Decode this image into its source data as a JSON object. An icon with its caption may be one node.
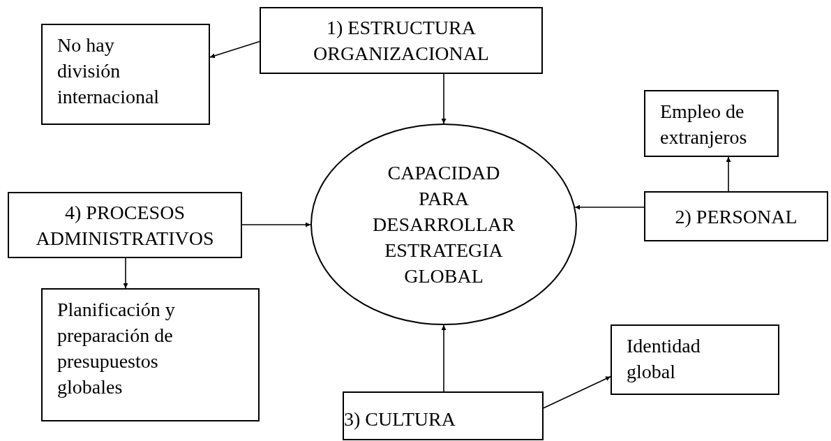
{
  "diagram": {
    "nodes": [
      {
        "text": [
          "1) ESTRUCTURA ORGANIZACIONAL"
        ]
      },
      {
        "text": [
          "No hay división internacional"
        ]
      },
      {
        "text": [
          "CAPACIDAD PARA DESARROLLAR ESTRATEGIA GLOBAL"
        ]
      },
      {
        "text": [
          "Empleo de extranjeros"
        ]
      },
      {
        "text": [
          "2) PERSONAL"
        ]
      },
      {
        "text": [
          "4) PROCESOS ADMINISTRATIVOS"
        ]
      },
      {
        "text": [
          "Planificación y preparación de presupuestos globales"
        ]
      },
      {
        "text": [
          "Identidad global"
        ]
      },
      {
        "text": [
          "3) CULTURA"
        ]
      }
    ],
    "edges": [
      {
        "from": 0,
        "to": 1,
        "arrow": "to"
      },
      {
        "from": 0,
        "to": 2,
        "arrow": "to"
      },
      {
        "from": 4,
        "to": 2,
        "arrow": "to"
      },
      {
        "from": 4,
        "to": 3,
        "arrow": "to"
      },
      {
        "from": 5,
        "to": 2,
        "arrow": "to"
      },
      {
        "from": 5,
        "to": 6,
        "arrow": "to"
      },
      {
        "from": 8,
        "to": 2,
        "arrow": "to"
      },
      {
        "from": 8,
        "to": 7,
        "arrow": "to"
      }
    ]
  }
}
